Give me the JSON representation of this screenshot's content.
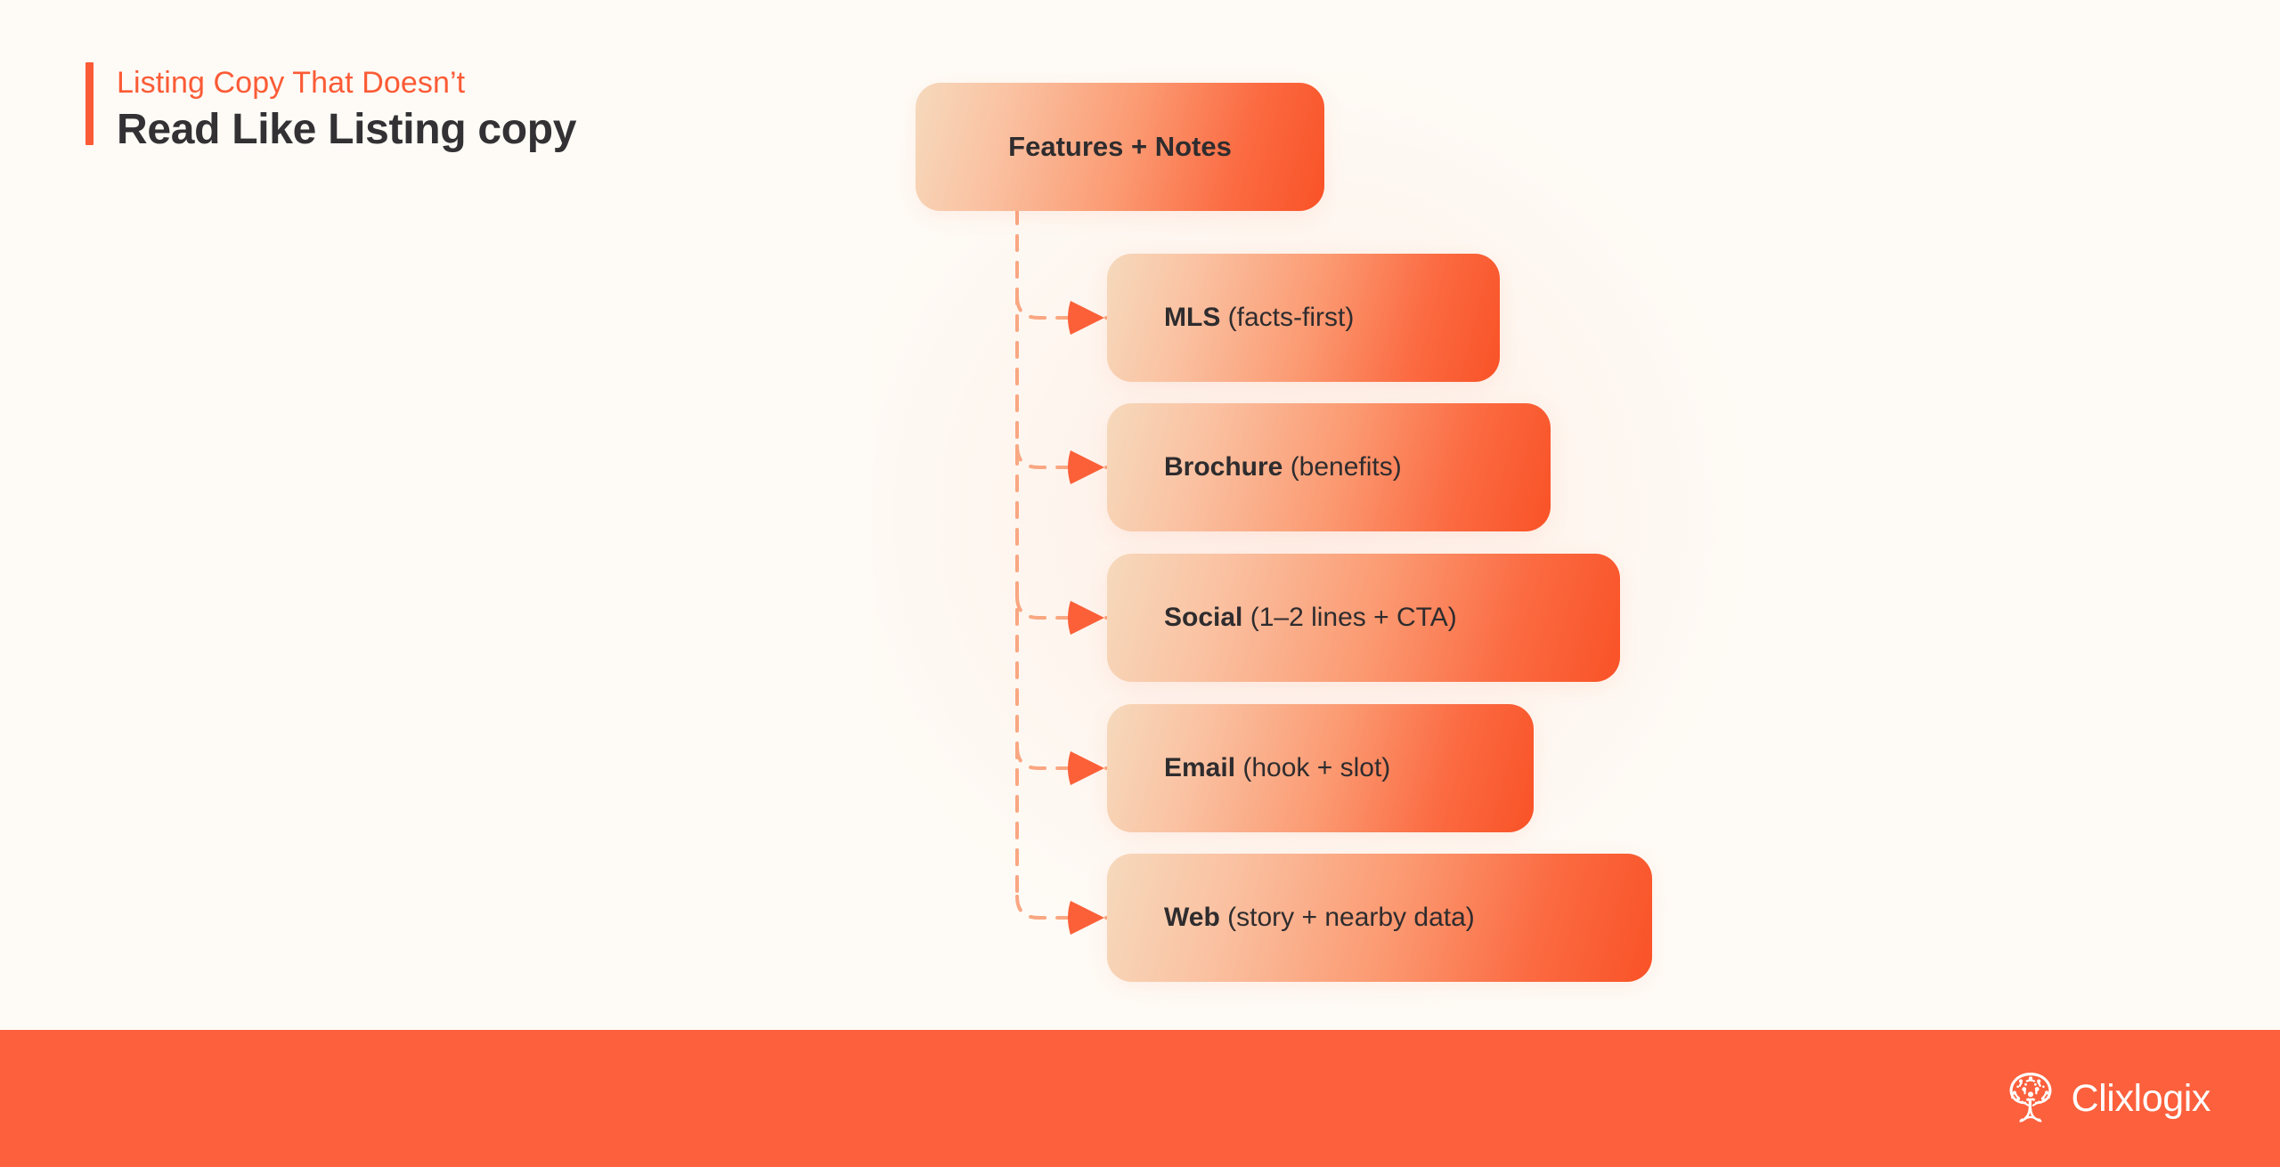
{
  "page": {
    "background_color": "#FEFBF6",
    "accent_color": "#FB5B36"
  },
  "header": {
    "eyebrow": "Listing Copy That Doesn’t",
    "headline": "Read Like Listing copy",
    "accent_bar_color": "#FB5B36",
    "eyebrow_color": "#FB5B36",
    "headline_color": "#333133"
  },
  "diagram": {
    "type": "flowchart",
    "root": {
      "label": "Features + Notes"
    },
    "branches": [
      {
        "bold": "MLS",
        "rest": " (facts-first)"
      },
      {
        "bold": "Brochure",
        "rest": " (benefits)"
      },
      {
        "bold": "Social",
        "rest": " (1–2 lines + CTA)"
      },
      {
        "bold": "Email",
        "rest": " (hook + slot)"
      },
      {
        "bold": "Web",
        "rest": " (story + nearby data)"
      }
    ],
    "connector_style": "dashed-elbow-with-arrowhead",
    "connector_color": "#F9A782",
    "arrowhead_color": "#FB6039",
    "node_border_gradient": [
      "#F6D9BC",
      "#FA5227"
    ],
    "node_fill": "#FFFFFF"
  },
  "footer": {
    "background_color": "#FC603C",
    "logo_text": "Clixlogix",
    "logo_mark": "tree-icon",
    "logo_color": "#FFFFFF"
  }
}
